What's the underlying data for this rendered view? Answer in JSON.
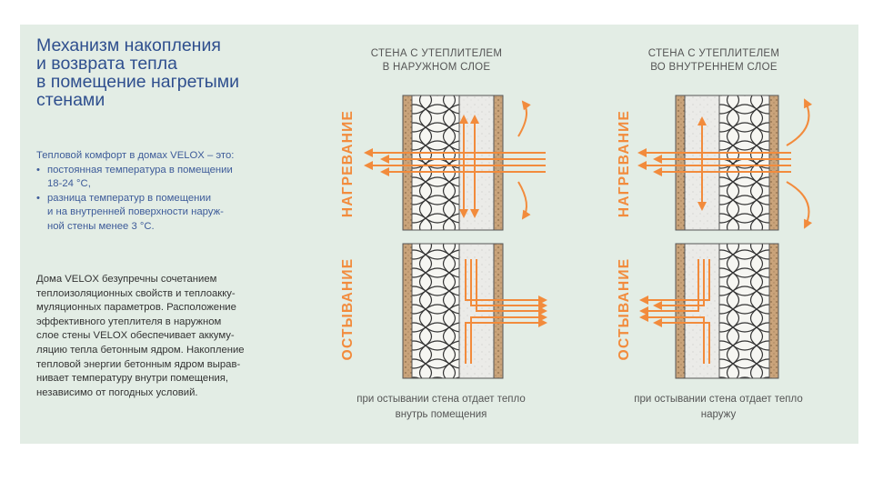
{
  "heading": {
    "lines": [
      "Механизм накопления",
      "и возврата тепла",
      "в помещение нагретыми",
      "стенами"
    ]
  },
  "intro": {
    "lead": "Тепловой комфорт в домах VELOX – это:",
    "bullets": [
      [
        "постоянная температура в помещении",
        "18-24 °С,"
      ],
      [
        "разница температур в помещении",
        "и на внутренней поверхности наруж-",
        "ной стены менее 3 °С."
      ]
    ]
  },
  "body": {
    "lines": [
      "Дома VELOX безупречны сочетанием",
      "теплоизоляционных свойств и теплоакку-",
      "муляционных параметров. Расположение",
      "эффективного утеплителя в наружном",
      "слое стены VELOX обеспечивает аккуму-",
      "ляцию тепла бетонным ядром. Накопление",
      "тепловой энергии бетонным ядром вырав-",
      "нивает температуру внутри помещения,",
      "независимо от погодных условий."
    ]
  },
  "diagrams": {
    "left": {
      "title": [
        "СТЕНА С УТЕПЛИТЕЛЕМ",
        "В НАРУЖНОМ СЛОЕ"
      ],
      "caption": [
        "при остывании стена отдает тепло",
        "внутрь помещения"
      ]
    },
    "right": {
      "title": [
        "СТЕНА С УТЕПЛИТЕЛЕМ",
        "ВО ВНУТРЕННЕМ СЛОЕ"
      ],
      "caption": [
        "при остывании стена отдает тепло",
        "наружу"
      ]
    },
    "row_labels": {
      "heating": "НАГРЕВАНИЕ",
      "cooling": "ОСТЫВАНИЕ"
    }
  },
  "colors": {
    "background": "#e3ede5",
    "heading": "#2f4f8e",
    "accent_orange": "#f28b3c",
    "board": "#c9a37a",
    "insulation": "#f6f6f2",
    "concrete": "#ebebe8"
  }
}
